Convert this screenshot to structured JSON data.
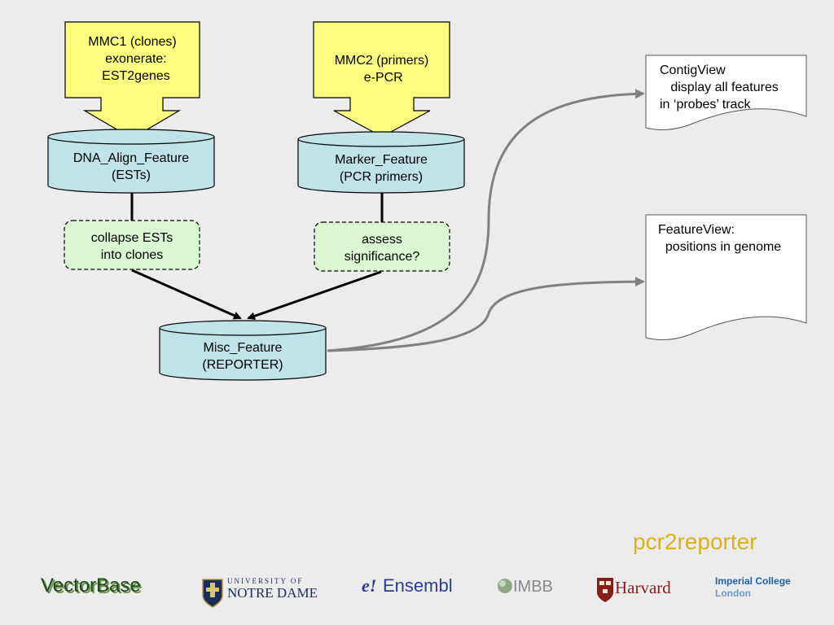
{
  "sources": {
    "mmc1": "MMC1 (clones)\n  exonerate:\n  EST2genes",
    "mmc2": "MMC2 (primers)\n e-PCR"
  },
  "databases": {
    "dna_align": "DNA_Align_Feature\n(ESTs)",
    "marker": "Marker_Feature\n(PCR primers)",
    "misc": "Misc_Feature\n(REPORTER)"
  },
  "processes": {
    "collapse": "collapse ESTs\ninto clones",
    "assess": "assess\nsignificance?"
  },
  "outputs": {
    "contigview": "ContigView\n   display all features\nin ‘probes’ track",
    "featureview": "FeatureView:\n  positions in genome"
  },
  "slide_title": "pcr2reporter",
  "footer": {
    "vectorbase": "VectorBase",
    "notredame_top": "UNIVERSITY OF",
    "notredame_bottom": "NOTRE DAME",
    "ensembl_prefix": "e!",
    "ensembl": "Ensembl",
    "imbb": "IMBB",
    "harvard": "Harvard",
    "imperial_top": "Imperial College",
    "imperial_bottom": "London"
  },
  "colors": {
    "source_fill": "#ffff80",
    "db_fill": "#bfe3e6",
    "process_fill": "#d9f7d0",
    "title": "#d8b21e",
    "connector": "#808080"
  }
}
